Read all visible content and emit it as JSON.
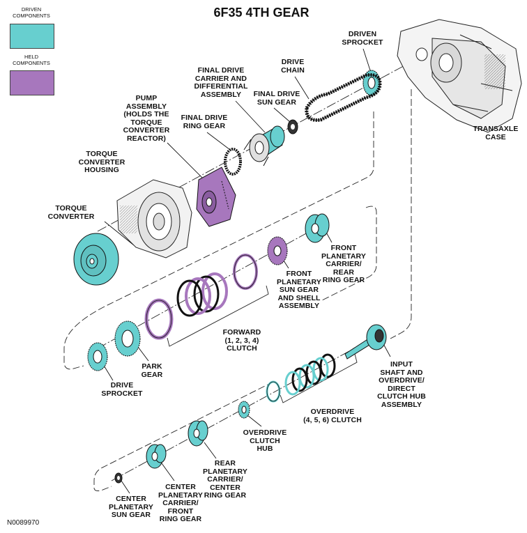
{
  "title": "6F35 4TH GEAR",
  "figure_id": "N0089970",
  "colors": {
    "driven": "#67cfcf",
    "held": "#a777bd",
    "outline": "#111111"
  },
  "legend": [
    {
      "label": "DRIVEN\nCOMPONENTS",
      "color": "#67cfcf"
    },
    {
      "label": "HELD\nCOMPONENTS",
      "color": "#a777bd"
    }
  ],
  "labels": {
    "transaxle_case": "TRANSAXLE\nCASE",
    "driven_sprocket": "DRIVEN\nSPROCKET",
    "drive_chain": "DRIVE\nCHAIN",
    "final_drive_carrier": "FINAL DRIVE\nCARRIER AND\nDIFFERENTIAL\nASSEMBLY",
    "final_drive_sun_gear": "FINAL DRIVE\nSUN GEAR",
    "final_drive_ring_gear": "FINAL DRIVE\nRING GEAR",
    "pump_assembly": "PUMP\nASSEMBLY\n(HOLDS THE\nTORQUE\nCONVERTER\nREACTOR)",
    "torque_converter_housing": "TORQUE\nCONVERTER\nHOUSING",
    "torque_converter": "TORQUE\nCONVERTER",
    "front_planetary_carrier": "FRONT\nPLANETARY\nCARRIER/\nREAR\nRING GEAR",
    "front_planetary_sun_gear": "FRONT\nPLANETARY\nSUN GEAR\nAND SHELL\nASSEMBLY",
    "forward_clutch": "FORWARD\n(1, 2, 3, 4)\nCLUTCH",
    "park_gear": "PARK\nGEAR",
    "drive_sprocket": "DRIVE\nSPROCKET",
    "input_shaft": "INPUT\nSHAFT AND\nOVERDRIVE/\nDIRECT\nCLUTCH HUB\nASSEMBLY",
    "overdrive_clutch": "OVERDRIVE\n(4, 5, 6) CLUTCH",
    "overdrive_clutch_hub": "OVERDRIVE\nCLUTCH\nHUB",
    "rear_planetary_carrier": "REAR\nPLANETARY\nCARRIER/\nCENTER\nRING GEAR",
    "center_planetary_carrier": "CENTER\nPLANETARY\nCARRIER/\nFRONT\nRING GEAR",
    "center_planetary_sun_gear": "CENTER\nPLANETARY\nSUN GEAR"
  }
}
